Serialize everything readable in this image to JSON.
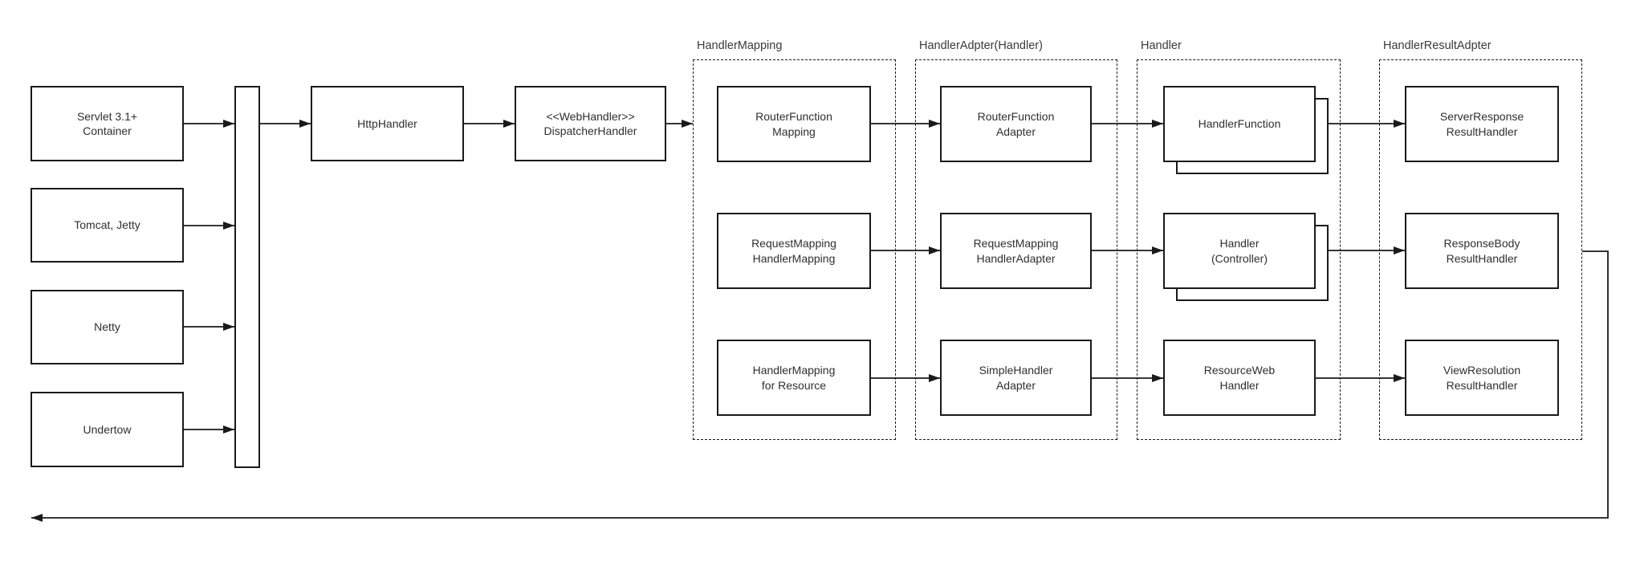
{
  "diagram_name": "spring-webflux-request-processing-flow",
  "colors": {
    "background": "#ffffff",
    "stroke": "#1a1a1a",
    "box_text": "#2f2f2f",
    "group_label_text": "#3a3a3a"
  },
  "sources": [
    {
      "label": "Servlet 3.1+\nContainer"
    },
    {
      "label": "Tomcat, Jetty"
    },
    {
      "label": "Netty"
    },
    {
      "label": "Undertow"
    }
  ],
  "pipeline": {
    "http_handler": "HttpHandler",
    "dispatcher": "<<WebHandler>>\nDispatcherHandler"
  },
  "groups": [
    {
      "label": "HandlerMapping",
      "rows": [
        "RouterFunction\nMapping",
        "RequestMapping\nHandlerMapping",
        "HandlerMapping\nfor Resource"
      ]
    },
    {
      "label": "HandlerAdpter(Handler)",
      "rows": [
        "RouterFunction\nAdapter",
        "RequestMapping\nHandlerAdapter",
        "SimpleHandler\nAdapter"
      ]
    },
    {
      "label": "Handler",
      "rows": [
        "HandlerFunction",
        "Handler\n(Controller)",
        "ResourceWeb\nHandler"
      ]
    },
    {
      "label": "HandlerResultAdpter",
      "rows": [
        "ServerResponse\nResultHandler",
        "ResponseBody\nResultHandler",
        "ViewResolution\nResultHandler"
      ]
    }
  ]
}
